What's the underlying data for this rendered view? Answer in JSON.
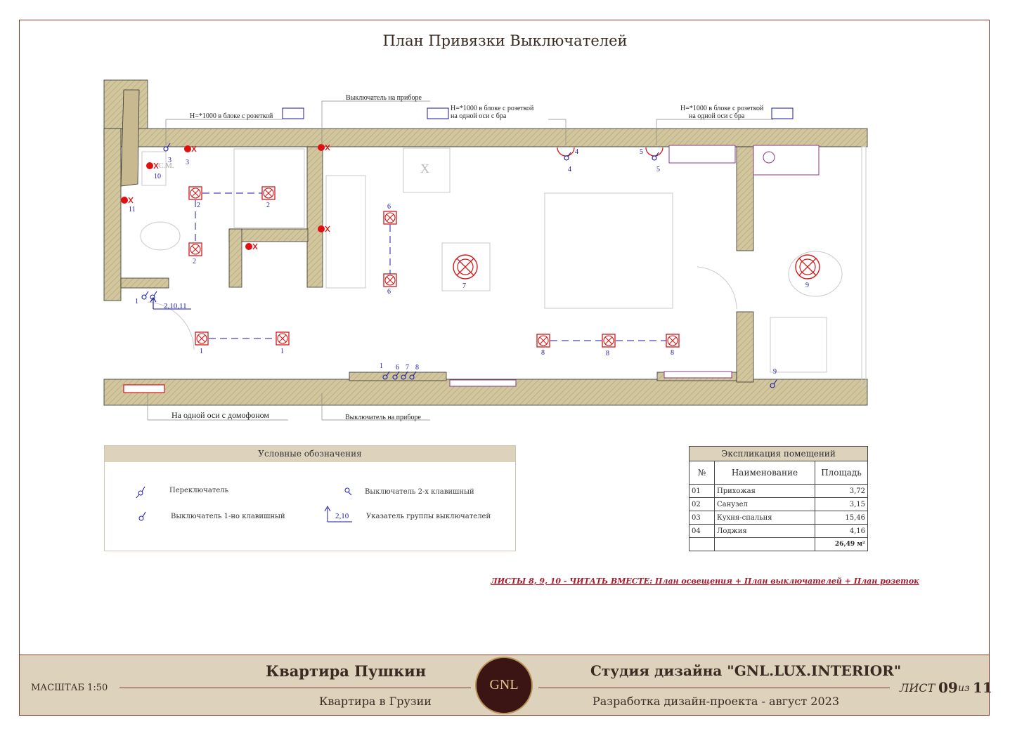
{
  "title": "План Привязки Выключателей",
  "annotations": {
    "device_switch_top": "Выключатель на приборе",
    "h1000_socket_left": "Н=*1000 в блоке с розеткой",
    "h1000_mid_1": "Н=*1000 в блоке с розеткой",
    "h1000_mid_2": "на одной оси с бра",
    "h1000_right_1": "Н=*1000 в блоке с розеткой",
    "h1000_right_2": "на одной оси с бра",
    "intercom_axis": "На одной оси с домофоном",
    "device_switch_bottom": "Выключатель на приборе",
    "washing_machine": "С.М.",
    "switch_group_hall": "2,10,11"
  },
  "plan_numbers": {
    "n1": "1",
    "n2": "2",
    "n3": "3",
    "n4": "4",
    "n5": "5",
    "n6": "6",
    "n7": "7",
    "n8": "8",
    "n9": "9",
    "n10": "10",
    "n11": "11"
  },
  "legend": {
    "header": "Условные обозначения",
    "items": {
      "toggle": "Переключатель",
      "double": "Выключатель 2-х клавишный",
      "single": "Выключатель 1-но клавишный",
      "group": "Указатель группы выключателей",
      "group_sample": "2,10"
    }
  },
  "explication": {
    "title": "Экспликация помещений",
    "headers": {
      "no": "№",
      "name": "Наименование",
      "area": "Площадь"
    },
    "rows": [
      {
        "no": "01",
        "name": "Прихожая",
        "area": "3,72"
      },
      {
        "no": "02",
        "name": "Санузел",
        "area": "3,15"
      },
      {
        "no": "03",
        "name": "Кухня-спальня",
        "area": "15,46"
      },
      {
        "no": "04",
        "name": "Лоджия",
        "area": "4,16"
      }
    ],
    "total": "26,49 м²"
  },
  "note": "ЛИСТЫ 8, 9, 10 - ЧИТАТЬ ВМЕСТЕ: План освещения + План выключателей + План розеток",
  "footer": {
    "scale": "МАСШТАБ 1:50",
    "project": "Квартира Пушкин",
    "subtitle": "Квартира в Грузии",
    "logo": "GNL",
    "studio": "Студия дизайна \"GNL.LUX.INTERIOR\"",
    "dev": "Разработка дизайн-проекта - август 2023",
    "sheet_label": "ЛИСТ",
    "sheet_no": "09",
    "of_label": "из",
    "sheet_total": "11"
  },
  "colors": {
    "wall_fill": "#cfc39a",
    "frame": "#7a3b2c",
    "footer_bg": "#ddd3bd",
    "switch_blue": "#1a1aa8",
    "light_red": "#d01818",
    "note_red": "#b0182a"
  }
}
